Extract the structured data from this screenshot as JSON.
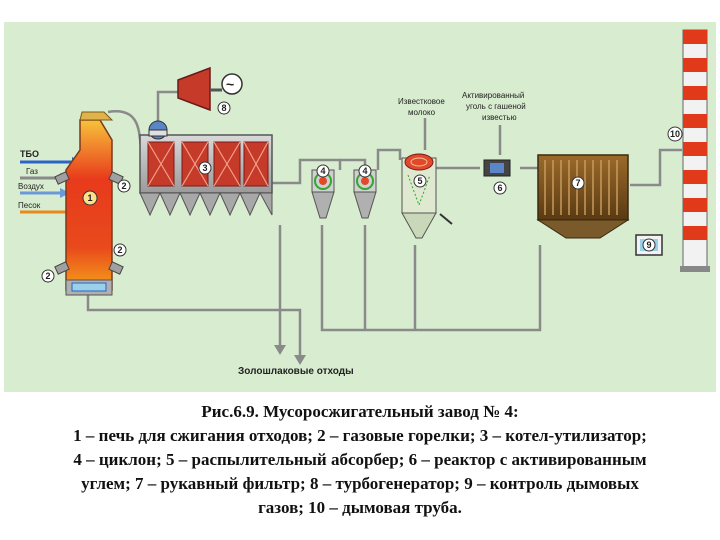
{
  "colors": {
    "background": "#d8ecd0",
    "pipe": "#8a8a8a",
    "furnace_hot": "#e83a1c",
    "furnace_warm": "#f6a21a",
    "boiler_red": "#c63a2a",
    "accent_green": "#2ea82e"
  },
  "inputs": {
    "tbo": "ТБО",
    "gas": "Газ",
    "air": "Воздух",
    "sand": "Песок"
  },
  "labels": {
    "lime_milk": [
      "Известковое",
      "молоко"
    ],
    "activated_carbon": [
      "Активированный",
      "уголь с гашеной",
      "известью"
    ],
    "ash_waste": "Золошлаковые отходы",
    "generator_symbol": "~"
  },
  "numbers": {
    "n1": "1",
    "n2a": "2",
    "n2b": "2",
    "n2c": "2",
    "n3": "3",
    "n4a": "4",
    "n4b": "4",
    "n5": "5",
    "n6": "6",
    "n7": "7",
    "n8": "8",
    "n9": "9",
    "n10": "10"
  },
  "caption": {
    "lines": [
      "Рис.6.9. Мусоросжигательный завод № 4:",
      "1 – печь для сжигания отходов; 2 – газовые горелки; 3 – котел-утилизатор;",
      "4 – циклон; 5 – распылительный абсорбер; 6 – реактор с активированным",
      "углем; 7 – рукавный фильтр; 8 – турбогенератор; 9 – контроль дымовых",
      "газов; 10 – дымовая труба."
    ]
  }
}
